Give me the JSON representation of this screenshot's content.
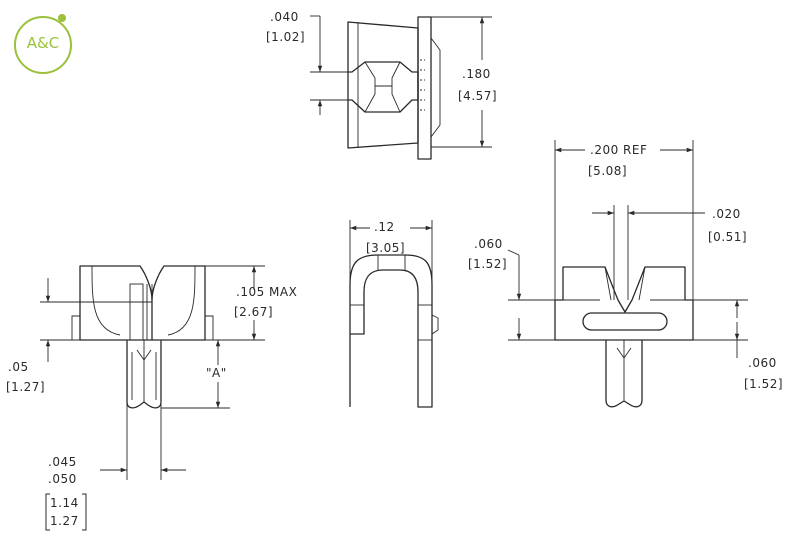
{
  "logo": {
    "text": "A&C",
    "color": "#9bc13c"
  },
  "dimensions": {
    "top_thickness_in": ".040",
    "top_thickness_mm": "[1.02]",
    "top_height_in": ".180",
    "top_height_mm": "[4.57]",
    "body_height_in": ".105  MAX",
    "body_height_mm": "[2.67]",
    "leg_offset_in": ".05",
    "leg_offset_mm": "[1.27]",
    "leg_length_label": "\"A\"",
    "leg_width_in_1": ".045",
    "leg_width_in_2": ".050",
    "leg_width_mm_1": "1.14",
    "leg_width_mm_2": "1.27",
    "side_width_in": ".12",
    "side_width_mm": "[3.05]",
    "overall_width_in": ".200  REF",
    "overall_width_mm": "[5.08]",
    "slot_width_in": ".020",
    "slot_width_mm": "[0.51]",
    "right_height_in": ".060",
    "right_height_mm": "[1.52]",
    "bottom_height_in": ".060",
    "bottom_height_mm": "[1.52]"
  }
}
